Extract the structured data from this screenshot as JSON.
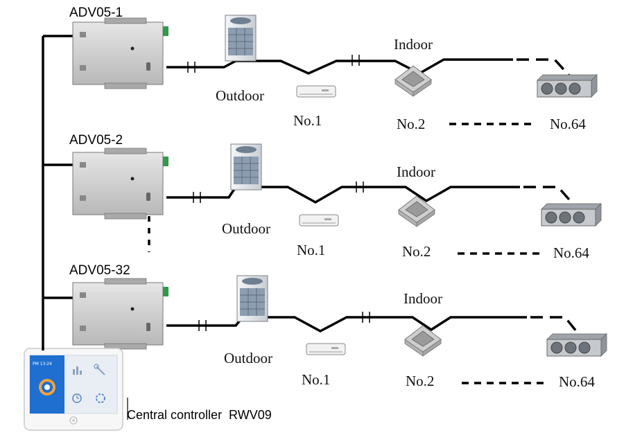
{
  "systems": [
    {
      "gateway": "ADV05-1",
      "outdoor": "Outdoor",
      "indoor": "Indoor",
      "units": [
        "No.1",
        "No.2",
        "No.64"
      ]
    },
    {
      "gateway": "ADV05-2",
      "outdoor": "Outdoor",
      "indoor": "Indoor",
      "units": [
        "No.1",
        "No.2",
        "No.64"
      ]
    },
    {
      "gateway": "ADV05-32",
      "outdoor": "Outdoor",
      "indoor": "Indoor",
      "units": [
        "No.1",
        "No.2",
        "No.64"
      ]
    }
  ],
  "controller": {
    "label": "Central controller  RWV09",
    "screen_time": "PM 13:24"
  },
  "icons": {
    "gateway": "gateway-module-icon",
    "outdoor": "outdoor-unit-icon",
    "wall_unit": "wall-mounted-unit-icon",
    "cassette_unit": "cassette-unit-icon",
    "duct_unit": "duct-unit-icon",
    "controller": "touch-controller-icon"
  },
  "colors": {
    "line": "#000000",
    "gateway_body": "#c9c9c9",
    "terminal_green": "#2f9a4a",
    "screen_blue": "#1f6fd1",
    "accent_orange": "#f2a23a"
  }
}
